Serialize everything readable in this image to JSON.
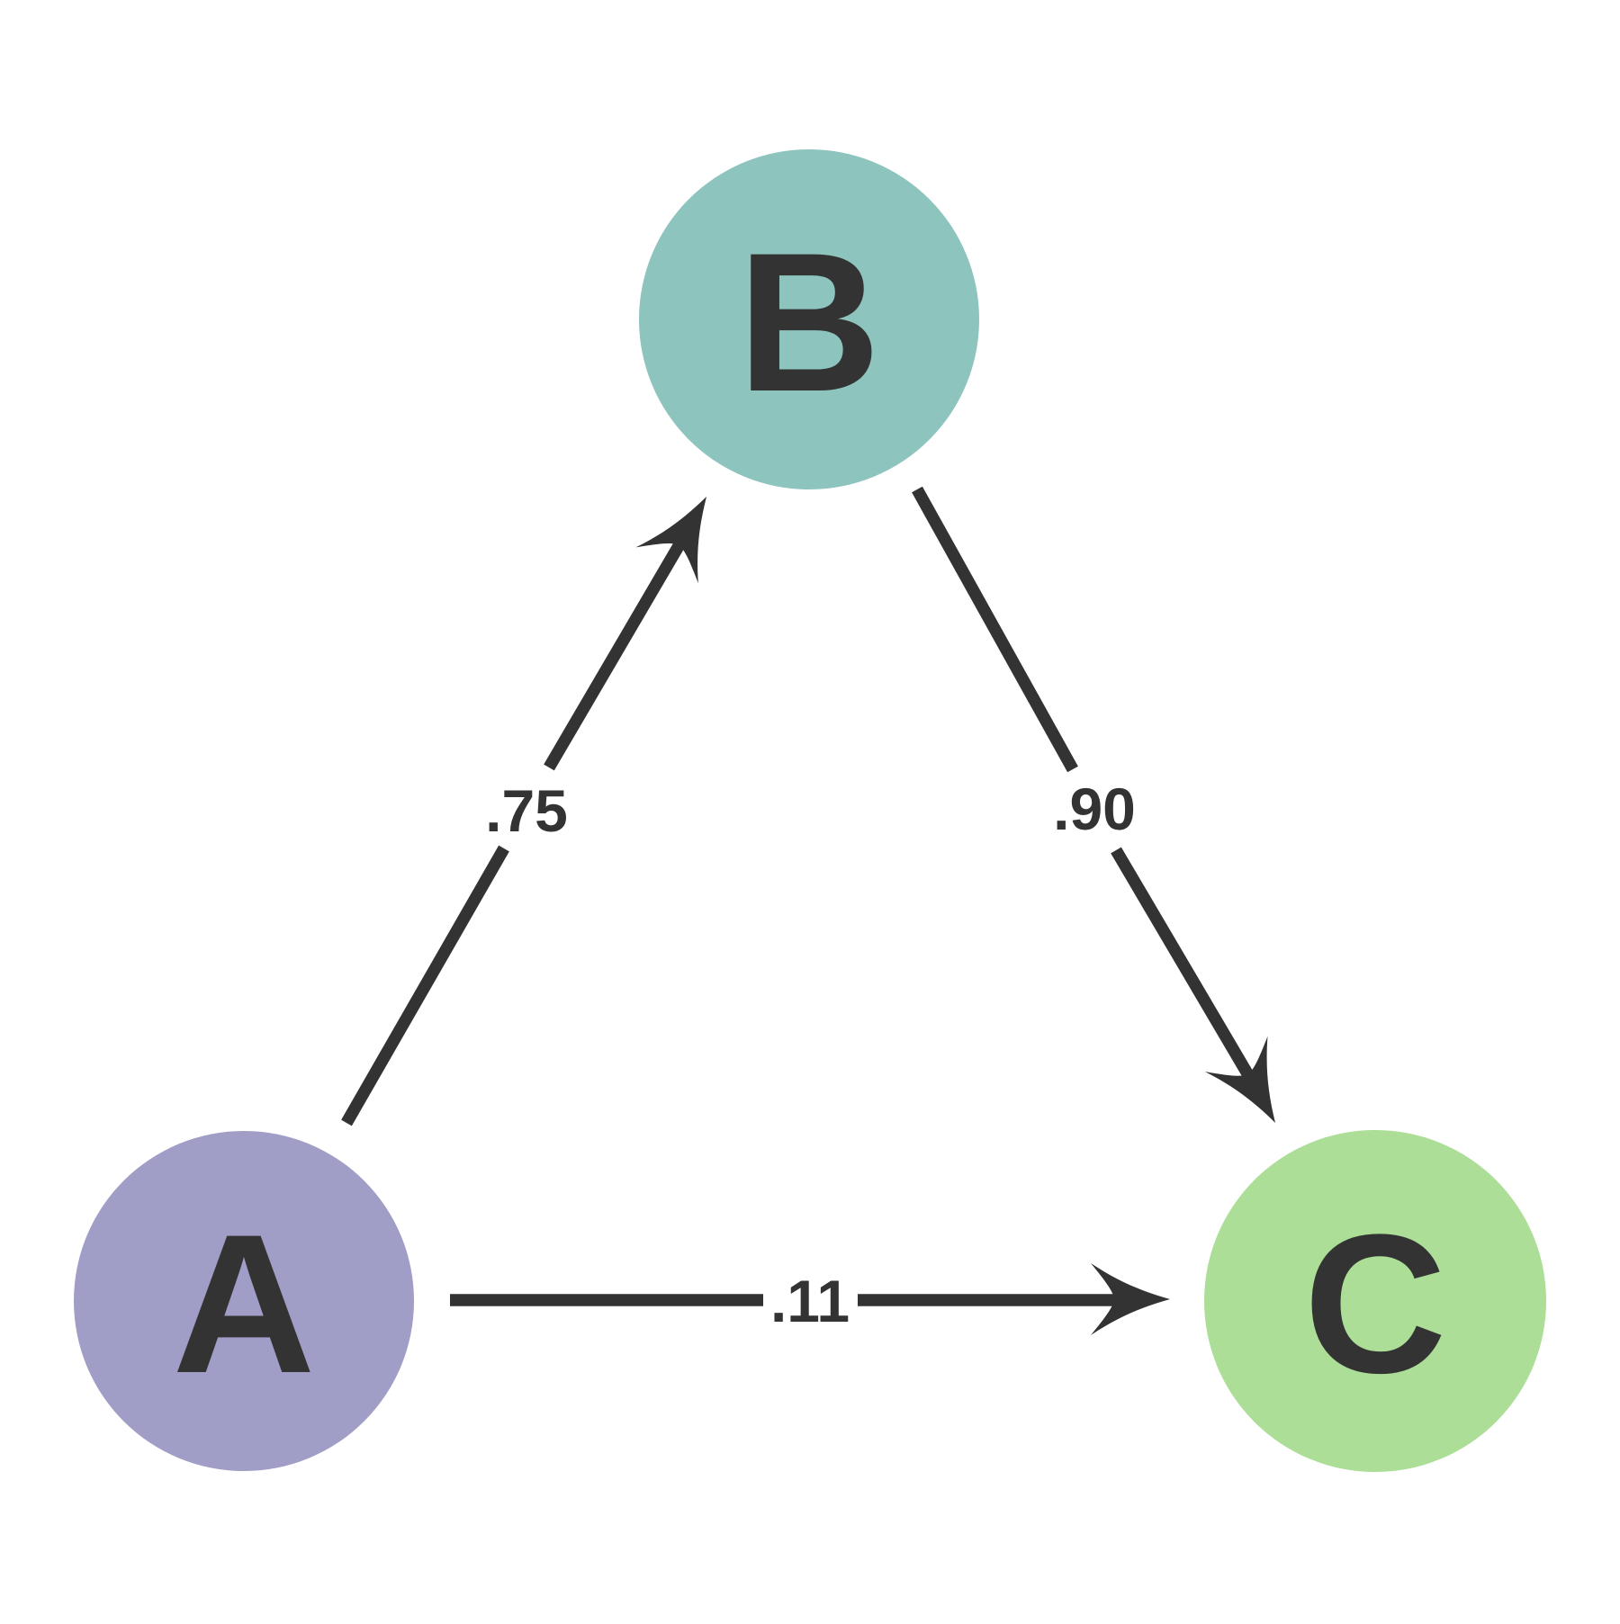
{
  "colors": {
    "background": "#ffffff",
    "ink": "#333333",
    "node_a": "#a09dc6",
    "node_b": "#8dc4be",
    "node_c": "#acde98"
  },
  "nodes": {
    "a": {
      "label": "A"
    },
    "b": {
      "label": "B"
    },
    "c": {
      "label": "C"
    }
  },
  "edges": {
    "a_to_b": {
      "label": ".75"
    },
    "b_to_c": {
      "label": ".90"
    },
    "a_to_c": {
      "label": ".11"
    }
  }
}
